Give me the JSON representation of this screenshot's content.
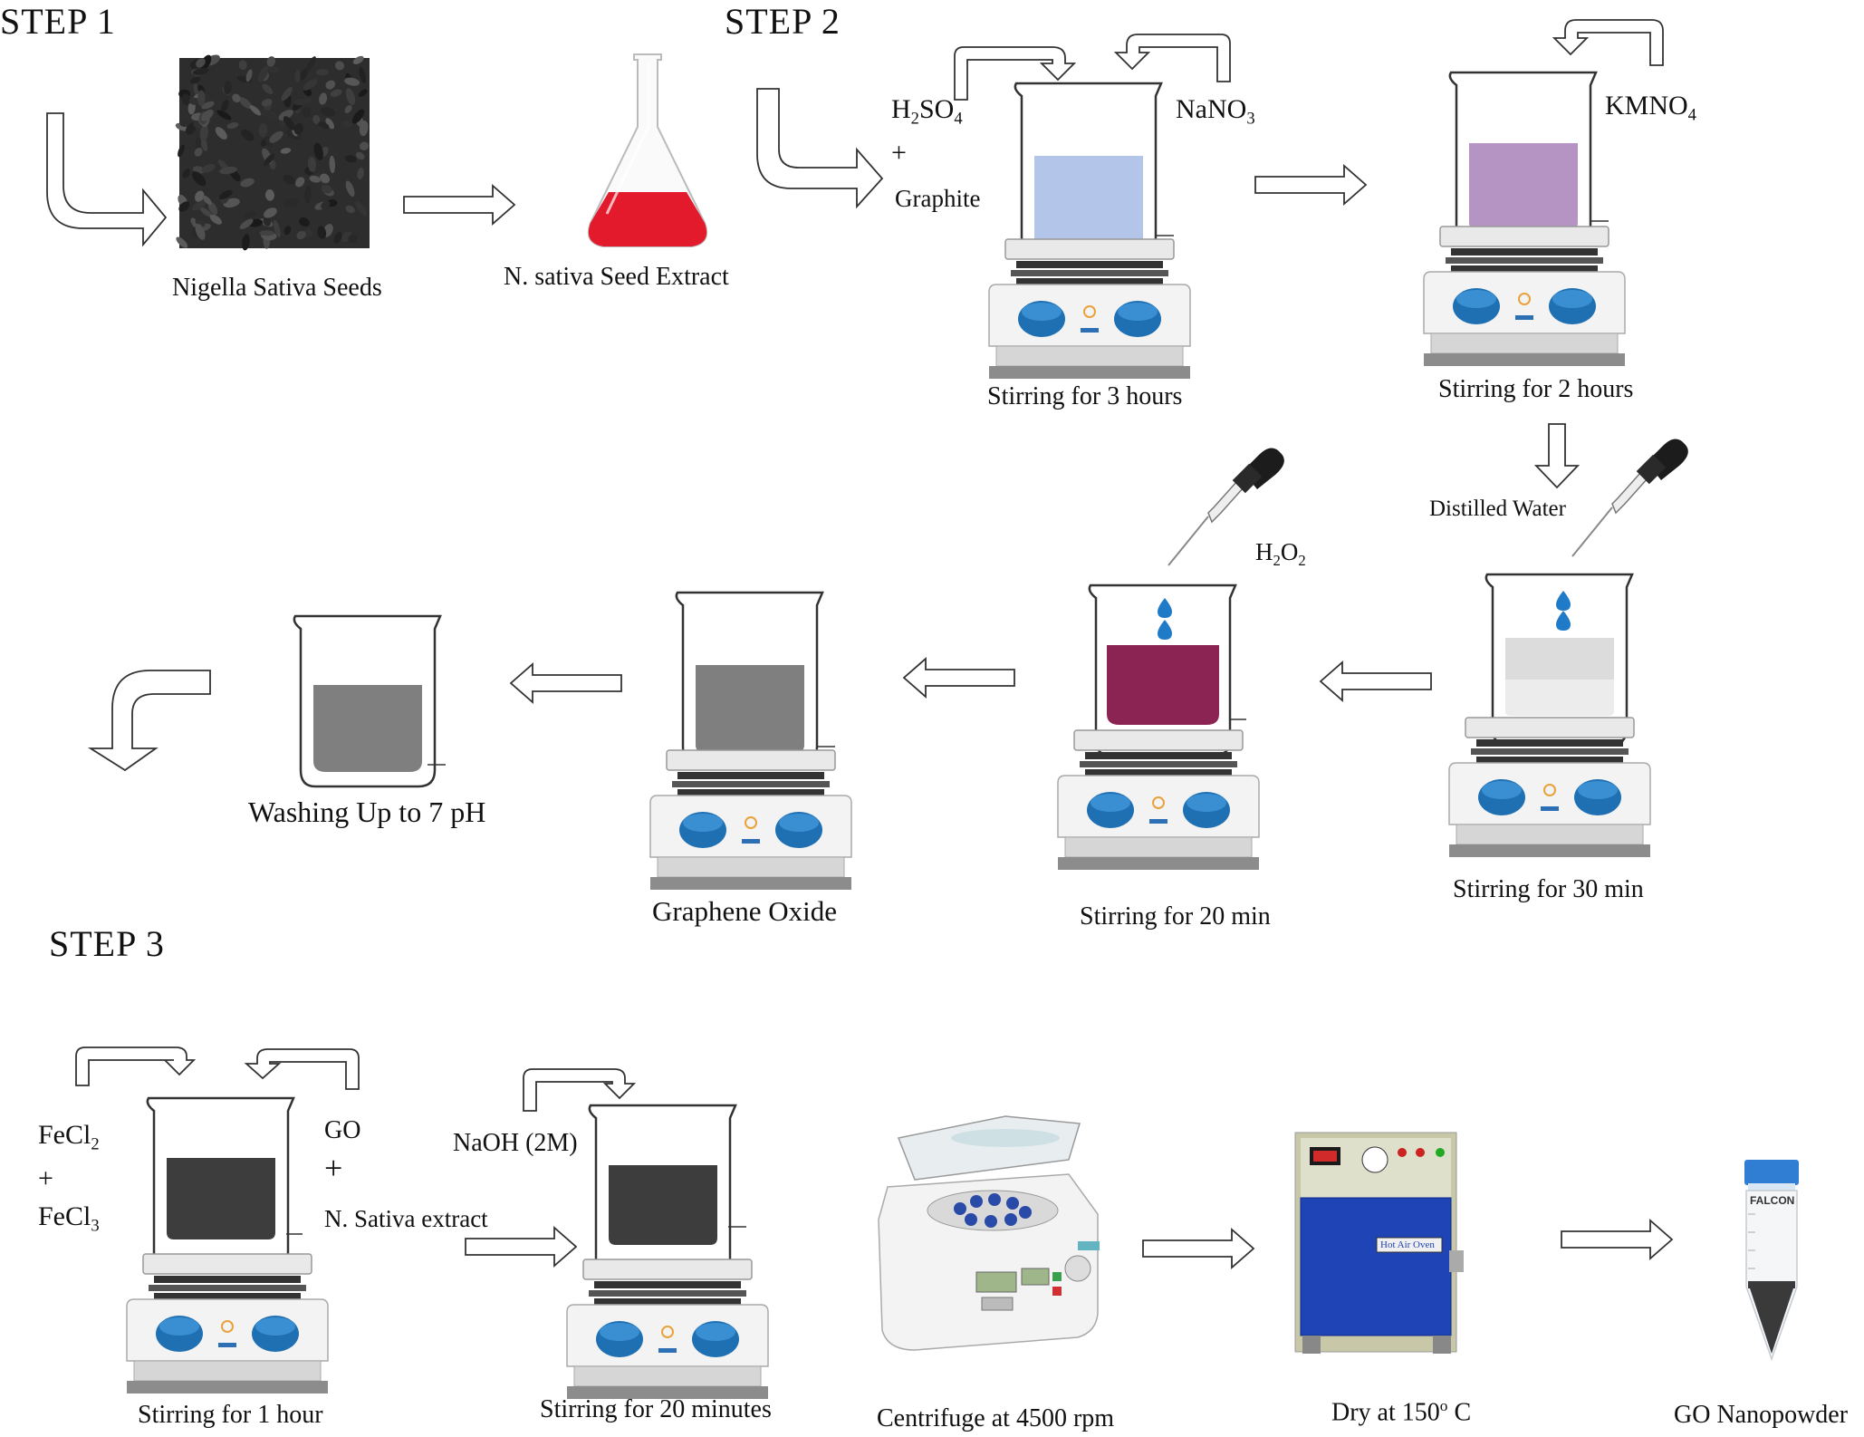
{
  "steps": {
    "step1": "STEP 1",
    "step2": "STEP 2",
    "step3": "STEP 3"
  },
  "captions": {
    "seeds": "Nigella Sativa Seeds",
    "extract": "N. sativa Seed Extract",
    "stir3h": "Stirring for 3 hours",
    "stir2h": "Stirring for 2 hours",
    "stir30": "Stirring for 30 min",
    "stir20": "Stirring for 20 min",
    "go": "Graphene Oxide",
    "wash": "Washing Up to 7 pH",
    "stir1h": "Stirring for 1 hour",
    "stir20m": "Stirring for 20 minutes",
    "centrifuge": "Centrifuge at 4500 rpm",
    "dry": "Dry at 150",
    "dry_degree": "o",
    "dry_unit": " C",
    "powder": "GO Nanopowder"
  },
  "chemicals": {
    "h2so4": {
      "a": "H",
      "s1": "2",
      "b": "SO",
      "s2": "4"
    },
    "plus": "+",
    "graphite": "Graphite",
    "nano3": {
      "a": "NaNO",
      "s1": "3"
    },
    "kmno4": {
      "a": "KMNO",
      "s1": "4"
    },
    "distilled": "Distilled Water",
    "h2o2": {
      "a": "H",
      "s1": "2",
      "b": "O",
      "s2": "2"
    },
    "fecl2": {
      "a": "FeCl",
      "s1": "2"
    },
    "fecl3": {
      "a": "FeCl",
      "s1": "3"
    },
    "go": "GO",
    "ns_extract": "N. Sativa extract",
    "naoh": "NaOH (2M)"
  },
  "labels": {
    "falcon": "FALCON",
    "oven": "Hot Air Oven"
  },
  "colors": {
    "blue_solution": "#b3c6ea",
    "purple_solution": "#b594c4",
    "grey_solution": "#dcdcdc",
    "maroon_solution": "#8b2453",
    "go_grey": "#7f7f7f",
    "dark_grey": "#3d3d3d",
    "stirrer_knob": "#1f6fb3",
    "oven_blue": "#1e44b6"
  }
}
